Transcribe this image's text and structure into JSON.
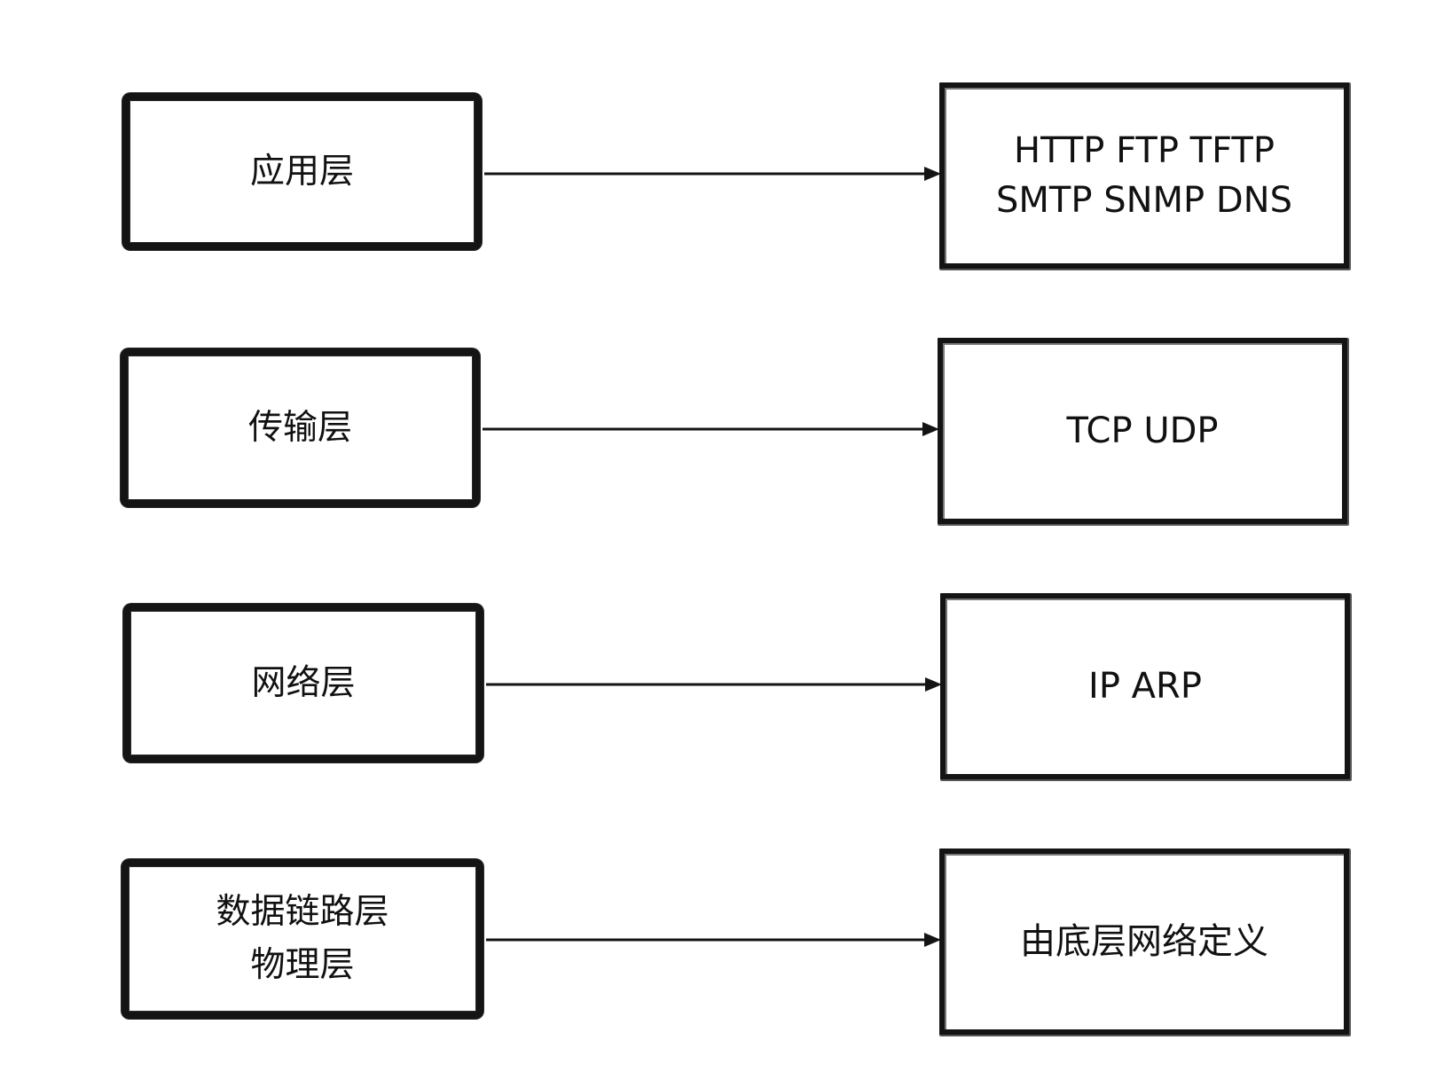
{
  "diagram": {
    "rows": [
      {
        "layer": {
          "lines": [
            "应用层"
          ]
        },
        "protocols": {
          "lines": [
            "HTTP FTP TFTP",
            "SMTP SNMP DNS"
          ]
        }
      },
      {
        "layer": {
          "lines": [
            "传输层"
          ]
        },
        "protocols": {
          "lines": [
            "TCP UDP"
          ]
        }
      },
      {
        "layer": {
          "lines": [
            "网络层"
          ]
        },
        "protocols": {
          "lines": [
            "IP ARP"
          ]
        }
      },
      {
        "layer": {
          "lines": [
            "数据链路层",
            "物理层"
          ]
        },
        "protocols": {
          "lines": [
            "由底层网络定义"
          ]
        }
      }
    ],
    "colors": {
      "stroke": "#141414",
      "background": "#ffffff",
      "text": "#111111"
    }
  }
}
